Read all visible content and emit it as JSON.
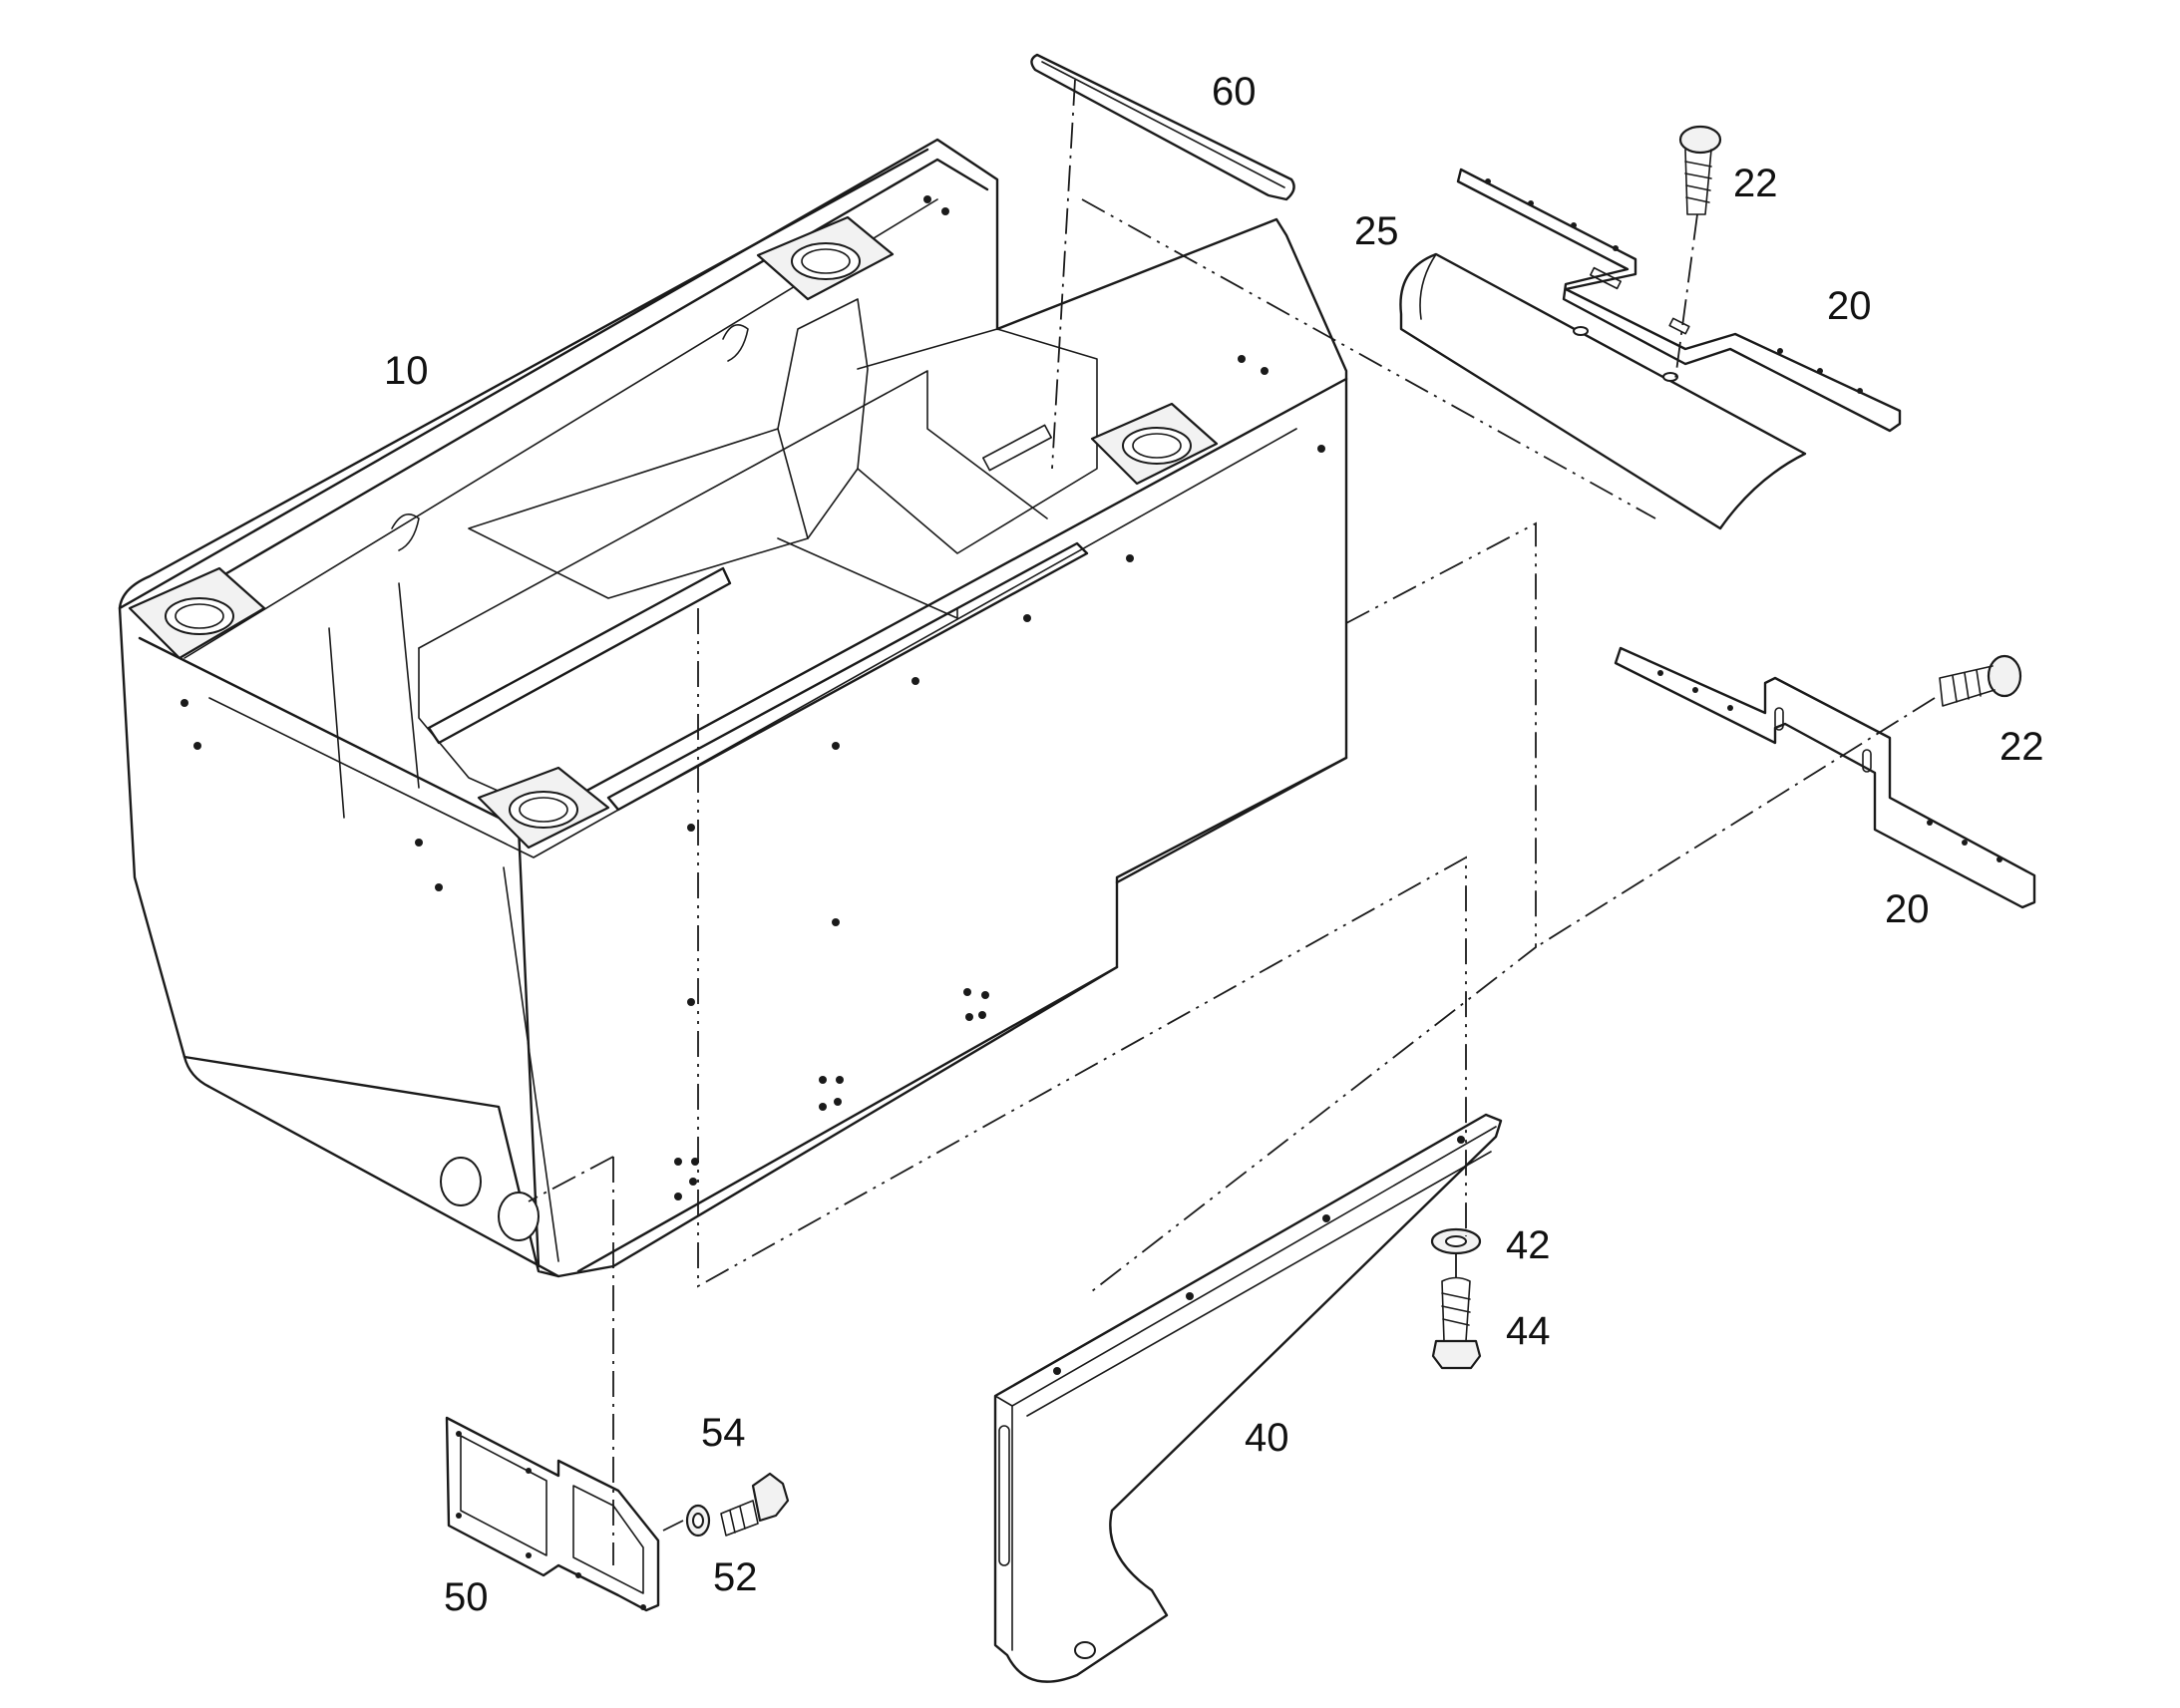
{
  "diagram": {
    "type": "exploded parts drawing",
    "callouts": [
      {
        "id": "part-10",
        "label": "10"
      },
      {
        "id": "part-60",
        "label": "60"
      },
      {
        "id": "part-25",
        "label": "25"
      },
      {
        "id": "part-22-top",
        "label": "22"
      },
      {
        "id": "part-20-top",
        "label": "20"
      },
      {
        "id": "part-22-right",
        "label": "22"
      },
      {
        "id": "part-20-right",
        "label": "20"
      },
      {
        "id": "part-42",
        "label": "42"
      },
      {
        "id": "part-44",
        "label": "44"
      },
      {
        "id": "part-40",
        "label": "40"
      },
      {
        "id": "part-54",
        "label": "54"
      },
      {
        "id": "part-52",
        "label": "52"
      },
      {
        "id": "part-50",
        "label": "50"
      }
    ],
    "line_color": "#1a1a1a",
    "background": "#ffffff"
  }
}
